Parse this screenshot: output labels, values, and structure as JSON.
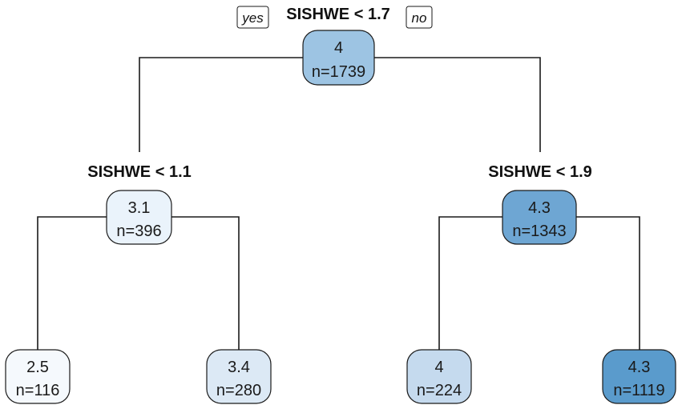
{
  "tree": {
    "root": {
      "split": "SISHWE < 1.7",
      "value": "4",
      "n": "n=1739",
      "fill": "#9dc4e3"
    },
    "left": {
      "split": "SISHWE < 1.1",
      "value": "3.1",
      "n": "n=396",
      "fill": "#eaf3fb"
    },
    "right": {
      "split": "SISHWE < 1.9",
      "value": "4.3",
      "n": "n=1343",
      "fill": "#6ea6d3"
    },
    "leaf_ll": {
      "value": "2.5",
      "n": "n=116",
      "fill": "#f5f9fd"
    },
    "leaf_lr": {
      "value": "3.4",
      "n": "n=280",
      "fill": "#dce9f5"
    },
    "leaf_rl": {
      "value": "4",
      "n": "n=224",
      "fill": "#c5daee"
    },
    "leaf_rr": {
      "value": "4.3",
      "n": "n=1119",
      "fill": "#5a9bcc"
    }
  },
  "labels": {
    "yes": "yes",
    "no": "no"
  }
}
